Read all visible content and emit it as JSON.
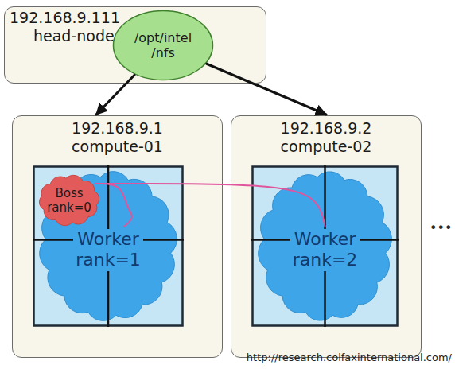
{
  "diagram": {
    "nodes": [
      {
        "text": [
          "192.168.9.111",
          "head-node"
        ]
      },
      {
        "text": [
          "/opt/intel /nfs"
        ],
        "in": 0
      },
      {
        "text": [
          "192.168.9.1",
          "compute-01"
        ]
      },
      {
        "text": [
          "Worker rank=1"
        ],
        "in": 2
      },
      {
        "text": [
          "Boss rank=0"
        ],
        "in": 3
      },
      {
        "text": [
          "192.168.9.2",
          "compute-02"
        ]
      },
      {
        "text": [
          "Worker rank=2"
        ],
        "in": 5
      }
    ],
    "edges": [
      {
        "from": 1,
        "to": 2,
        "arrow": "to"
      },
      {
        "from": 1,
        "to": 5,
        "arrow": "to"
      },
      {
        "from": 4,
        "to": 3,
        "arrow": "none"
      },
      {
        "from": 4,
        "to": 6,
        "arrow": "none"
      }
    ],
    "labels": [
      "•••",
      "http://research.colfaxinternational.com/"
    ]
  }
}
